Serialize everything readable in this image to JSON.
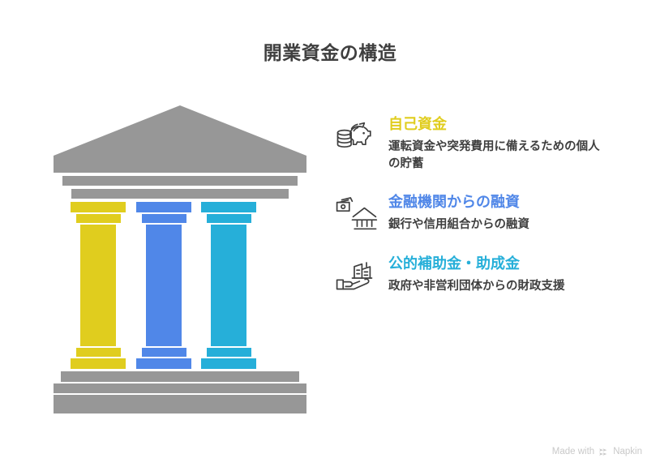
{
  "title": "開業資金の構造",
  "colors": {
    "structure_gray": "#979797",
    "self_funds": "#E0CD1E",
    "bank_loan": "#5087E8",
    "subsidy": "#26AFD9",
    "text": "#3f3f3f"
  },
  "illustration": {
    "name": "greek-temple-three-pillars",
    "pillars": [
      {
        "label": "自己資金",
        "color": "#E0CD1E"
      },
      {
        "label": "金融機関からの融資",
        "color": "#5087E8"
      },
      {
        "label": "公的補助金・助成金",
        "color": "#26AFD9"
      }
    ]
  },
  "items": [
    {
      "icon": "piggy-bank-icon",
      "heading": "自己資金",
      "color": "#E0CD1E",
      "description": "運転資金や突発費用に備えるための個人の貯蓄"
    },
    {
      "icon": "bank-loan-icon",
      "heading": "金融機関からの融資",
      "color": "#5087E8",
      "description": "銀行や信用組合からの融資"
    },
    {
      "icon": "hand-buildings-icon",
      "heading": "公的補助金・助成金",
      "color": "#26AFD9",
      "description": "政府や非営利団体からの財政支援"
    }
  ],
  "watermark": {
    "prefix": "Made with",
    "brand": "Napkin"
  }
}
